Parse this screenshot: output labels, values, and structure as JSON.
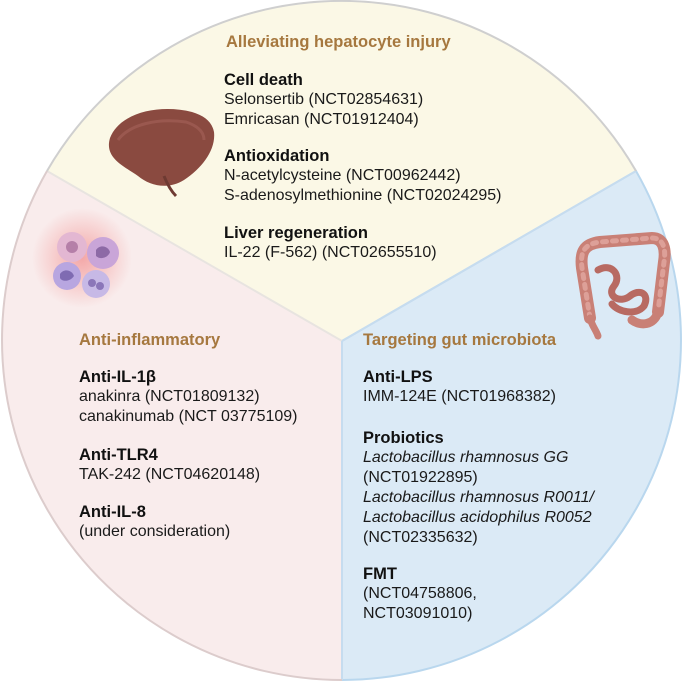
{
  "colors": {
    "top_fill": "#fbf8e6",
    "left_fill": "#f9ecec",
    "right_fill": "#dbeaf6",
    "outer_border": "#cfcfcf",
    "right_border": "#b9d7ee",
    "title_color": "#a6783f"
  },
  "icons": {
    "liver": "liver-icon",
    "immune_cells": "immune-cells-icon",
    "intestine": "intestine-icon"
  },
  "top": {
    "title": "Alleviating hepatocyte injury",
    "groups": [
      {
        "heading": "Cell death",
        "items": [
          "Selonsertib (NCT02854631)",
          "Emricasan (NCT01912404)"
        ]
      },
      {
        "heading": "Antioxidation",
        "items": [
          "N-acetylcysteine (NCT00962442)",
          "S-adenosylmethionine (NCT02024295)"
        ]
      },
      {
        "heading": "Liver regeneration",
        "items": [
          "IL-22 (F-562) (NCT02655510)"
        ]
      }
    ]
  },
  "left": {
    "title": "Anti-inflammatory",
    "groups": [
      {
        "heading": "Anti-IL-1β",
        "items": [
          "anakinra (NCT01809132)",
          "canakinumab (NCT 03775109)"
        ]
      },
      {
        "heading": "Anti-TLR4",
        "items": [
          "TAK-242 (NCT04620148)"
        ]
      },
      {
        "heading": "Anti-IL-8",
        "items": [
          "(under consideration)"
        ]
      }
    ]
  },
  "right": {
    "title": "Targeting gut microbiota",
    "groups": [
      {
        "heading": "Anti-LPS",
        "items": [
          "IMM-124E (NCT01968382)"
        ]
      },
      {
        "heading": "Probiotics",
        "items": [
          "Lactobacillus rhamnosus GG",
          "(NCT01922895)",
          "Lactobacillus rhamnosus R0011/",
          "Lactobacillus acidophilus R0052",
          "(NCT02335632)"
        ]
      },
      {
        "heading": "FMT",
        "items": [
          "(NCT04758806,",
          "NCT03091010)"
        ]
      }
    ]
  }
}
